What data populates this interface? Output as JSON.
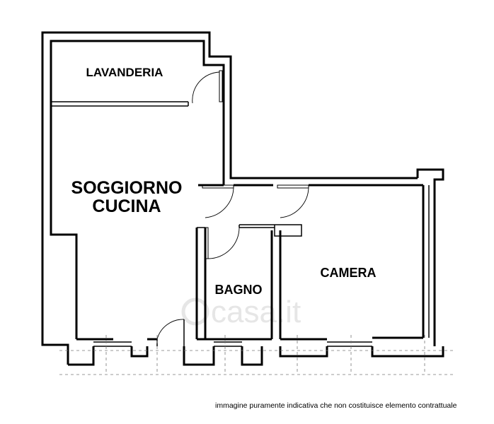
{
  "rooms": {
    "laundry": "LAVANDERIA",
    "living_line1": "SOGGIORNO",
    "living_line2": "CUCINA",
    "bathroom": "BAGNO",
    "bedroom": "CAMERA"
  },
  "watermark": "casa.it",
  "disclaimer": "immagine puramente indicativa che non costituisce elemento contrattuale"
}
